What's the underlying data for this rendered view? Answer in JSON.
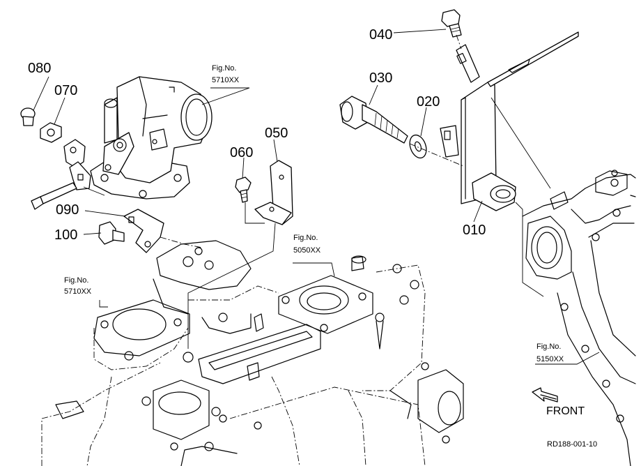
{
  "parts": {
    "p010": "010",
    "p020": "020",
    "p030": "030",
    "p040": "040",
    "p050": "050",
    "p060": "060",
    "p070": "070",
    "p080": "080",
    "p090": "090",
    "p100": "100"
  },
  "figrefs": {
    "f5710_top": {
      "line1": "Fig.No.",
      "line2": "5710XX"
    },
    "f5710_left": {
      "line1": "Fig.No.",
      "line2": "5710XX"
    },
    "f5050": {
      "line1": "Fig.No.",
      "line2": "5050XX"
    },
    "f5150": {
      "line1": "Fig.No.",
      "line2": "5150XX"
    }
  },
  "front_label": "FRONT",
  "drawing_code": "RD188-001-10"
}
